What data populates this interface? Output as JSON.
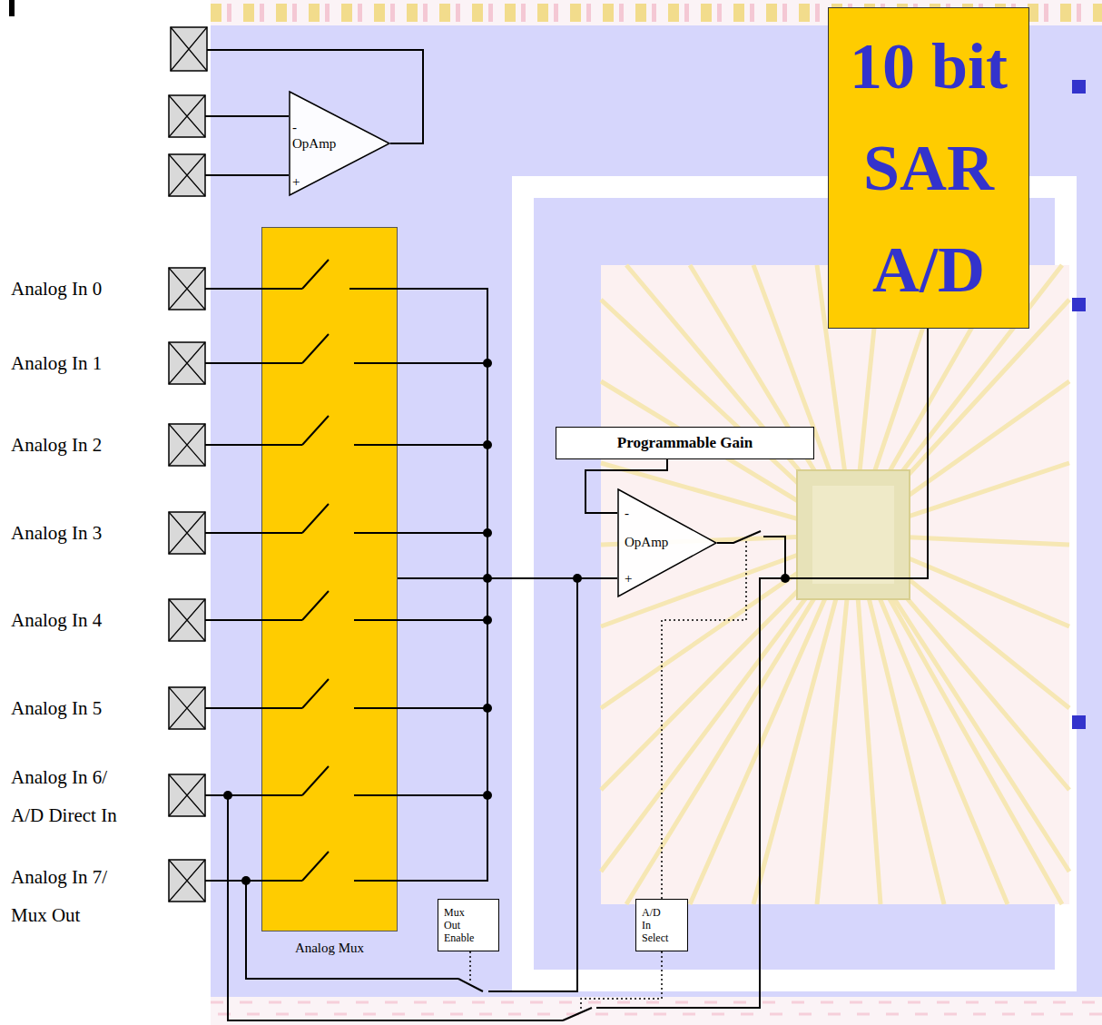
{
  "diagram": {
    "nodes": [
      {
        "text": [
          "-",
          "OpAmp",
          "+"
        ]
      },
      {
        "text": [
          "10 bit SAR A/D"
        ]
      },
      {
        "text": [
          "Analog Mux"
        ]
      },
      {
        "text": [
          "Programmable Gain"
        ]
      },
      {
        "text": [
          "-",
          "OpAmp",
          "+"
        ]
      },
      {
        "text": [
          "Mux Out Enable"
        ]
      },
      {
        "text": [
          "A/D In Select"
        ]
      }
    ],
    "edges": [
      {
        "from": 2,
        "to": 4,
        "arrow": "none"
      },
      {
        "from": 3,
        "to": 4,
        "arrow": "none"
      },
      {
        "from": 4,
        "to": 1,
        "arrow": "none"
      }
    ],
    "labels": [
      "Analog In 0",
      "Analog In 1",
      "Analog In 2",
      "Analog In 3",
      "Analog In 4",
      "Analog In 5",
      "Analog In 6/ A/D Direct In",
      "Analog In 7/ Mux Out"
    ]
  }
}
